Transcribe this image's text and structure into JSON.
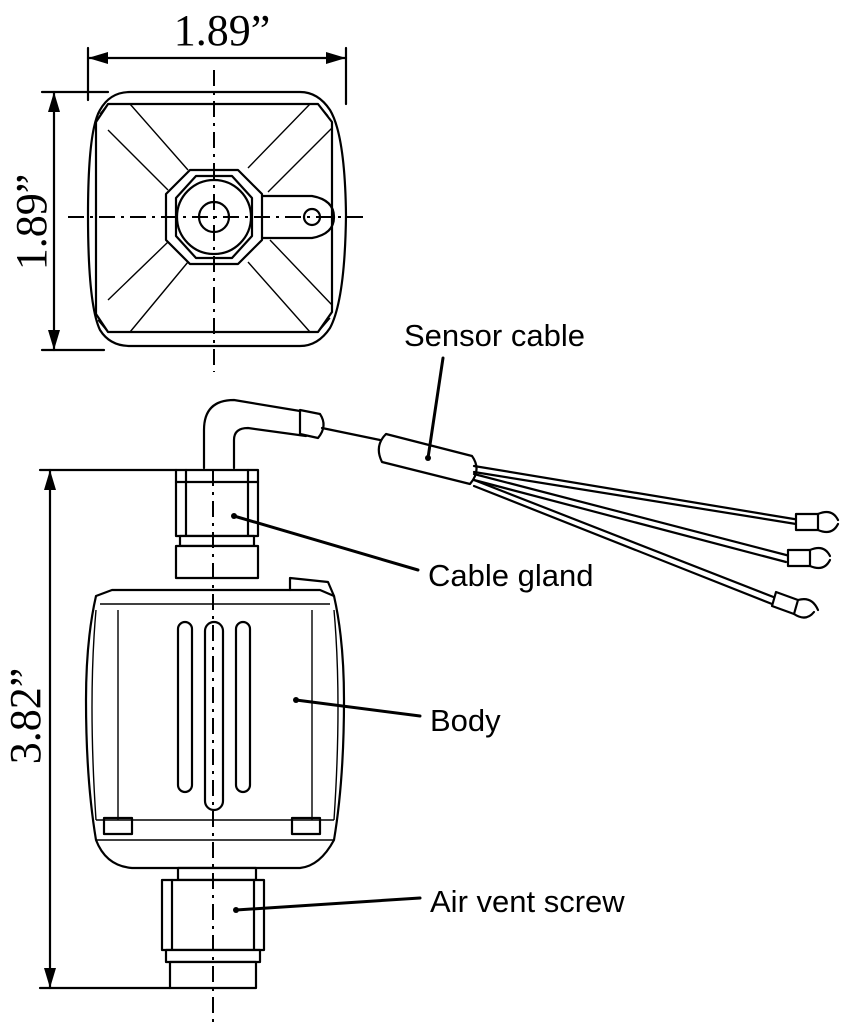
{
  "dimensions": {
    "top_width": "1.89”",
    "top_height": "1.89”",
    "overall_height": "3.82”"
  },
  "labels": {
    "sensor_cable": "Sensor cable",
    "cable_gland": "Cable gland",
    "body": "Body",
    "air_vent_screw": "Air vent screw"
  }
}
